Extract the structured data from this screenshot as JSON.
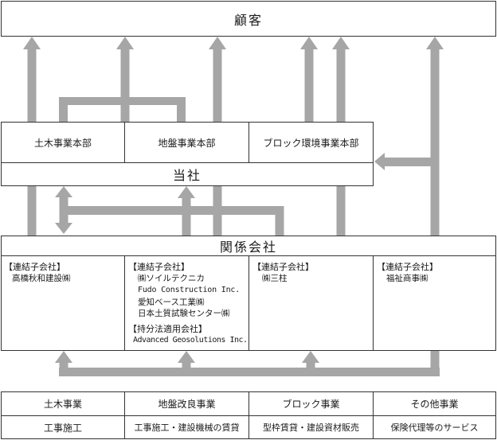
{
  "customer": "顧客",
  "divisions": [
    "土木事業本部",
    "地盤事業本部",
    "ブロック環境事業本部"
  ],
  "company": "当社",
  "affiliates": {
    "title": "関係会社",
    "columns": [
      {
        "groups": [
          {
            "heading": "【連結子会社】",
            "items": [
              "高橋秋和建設㈱"
            ]
          }
        ]
      },
      {
        "groups": [
          {
            "heading": "【連結子会社】",
            "items": [
              "㈱ソイルテクニカ",
              "Fudo Construction Inc.",
              "愛知ベース工業㈱",
              "日本土質試験センター㈱"
            ]
          },
          {
            "heading": "【持分法適用会社】",
            "items": [
              "Advanced Geosolutions Inc."
            ]
          }
        ]
      },
      {
        "groups": [
          {
            "heading": "【連結子会社】",
            "items": [
              "㈱三柱"
            ]
          }
        ]
      },
      {
        "groups": [
          {
            "heading": "【連結子会社】",
            "items": [
              "福祉商事㈱"
            ]
          }
        ]
      }
    ]
  },
  "segments": [
    {
      "name": "土木事業",
      "desc": "工事施工"
    },
    {
      "name": "地盤改良事業",
      "desc": "工事施工・建設機械の賃貸"
    },
    {
      "name": "ブロック事業",
      "desc": "型枠賃貸・建設資材販売"
    },
    {
      "name": "その他事業",
      "desc": "保険代理等のサービス"
    }
  ],
  "colors": {
    "arrow": "#a6a6a6",
    "border": "#333333"
  }
}
